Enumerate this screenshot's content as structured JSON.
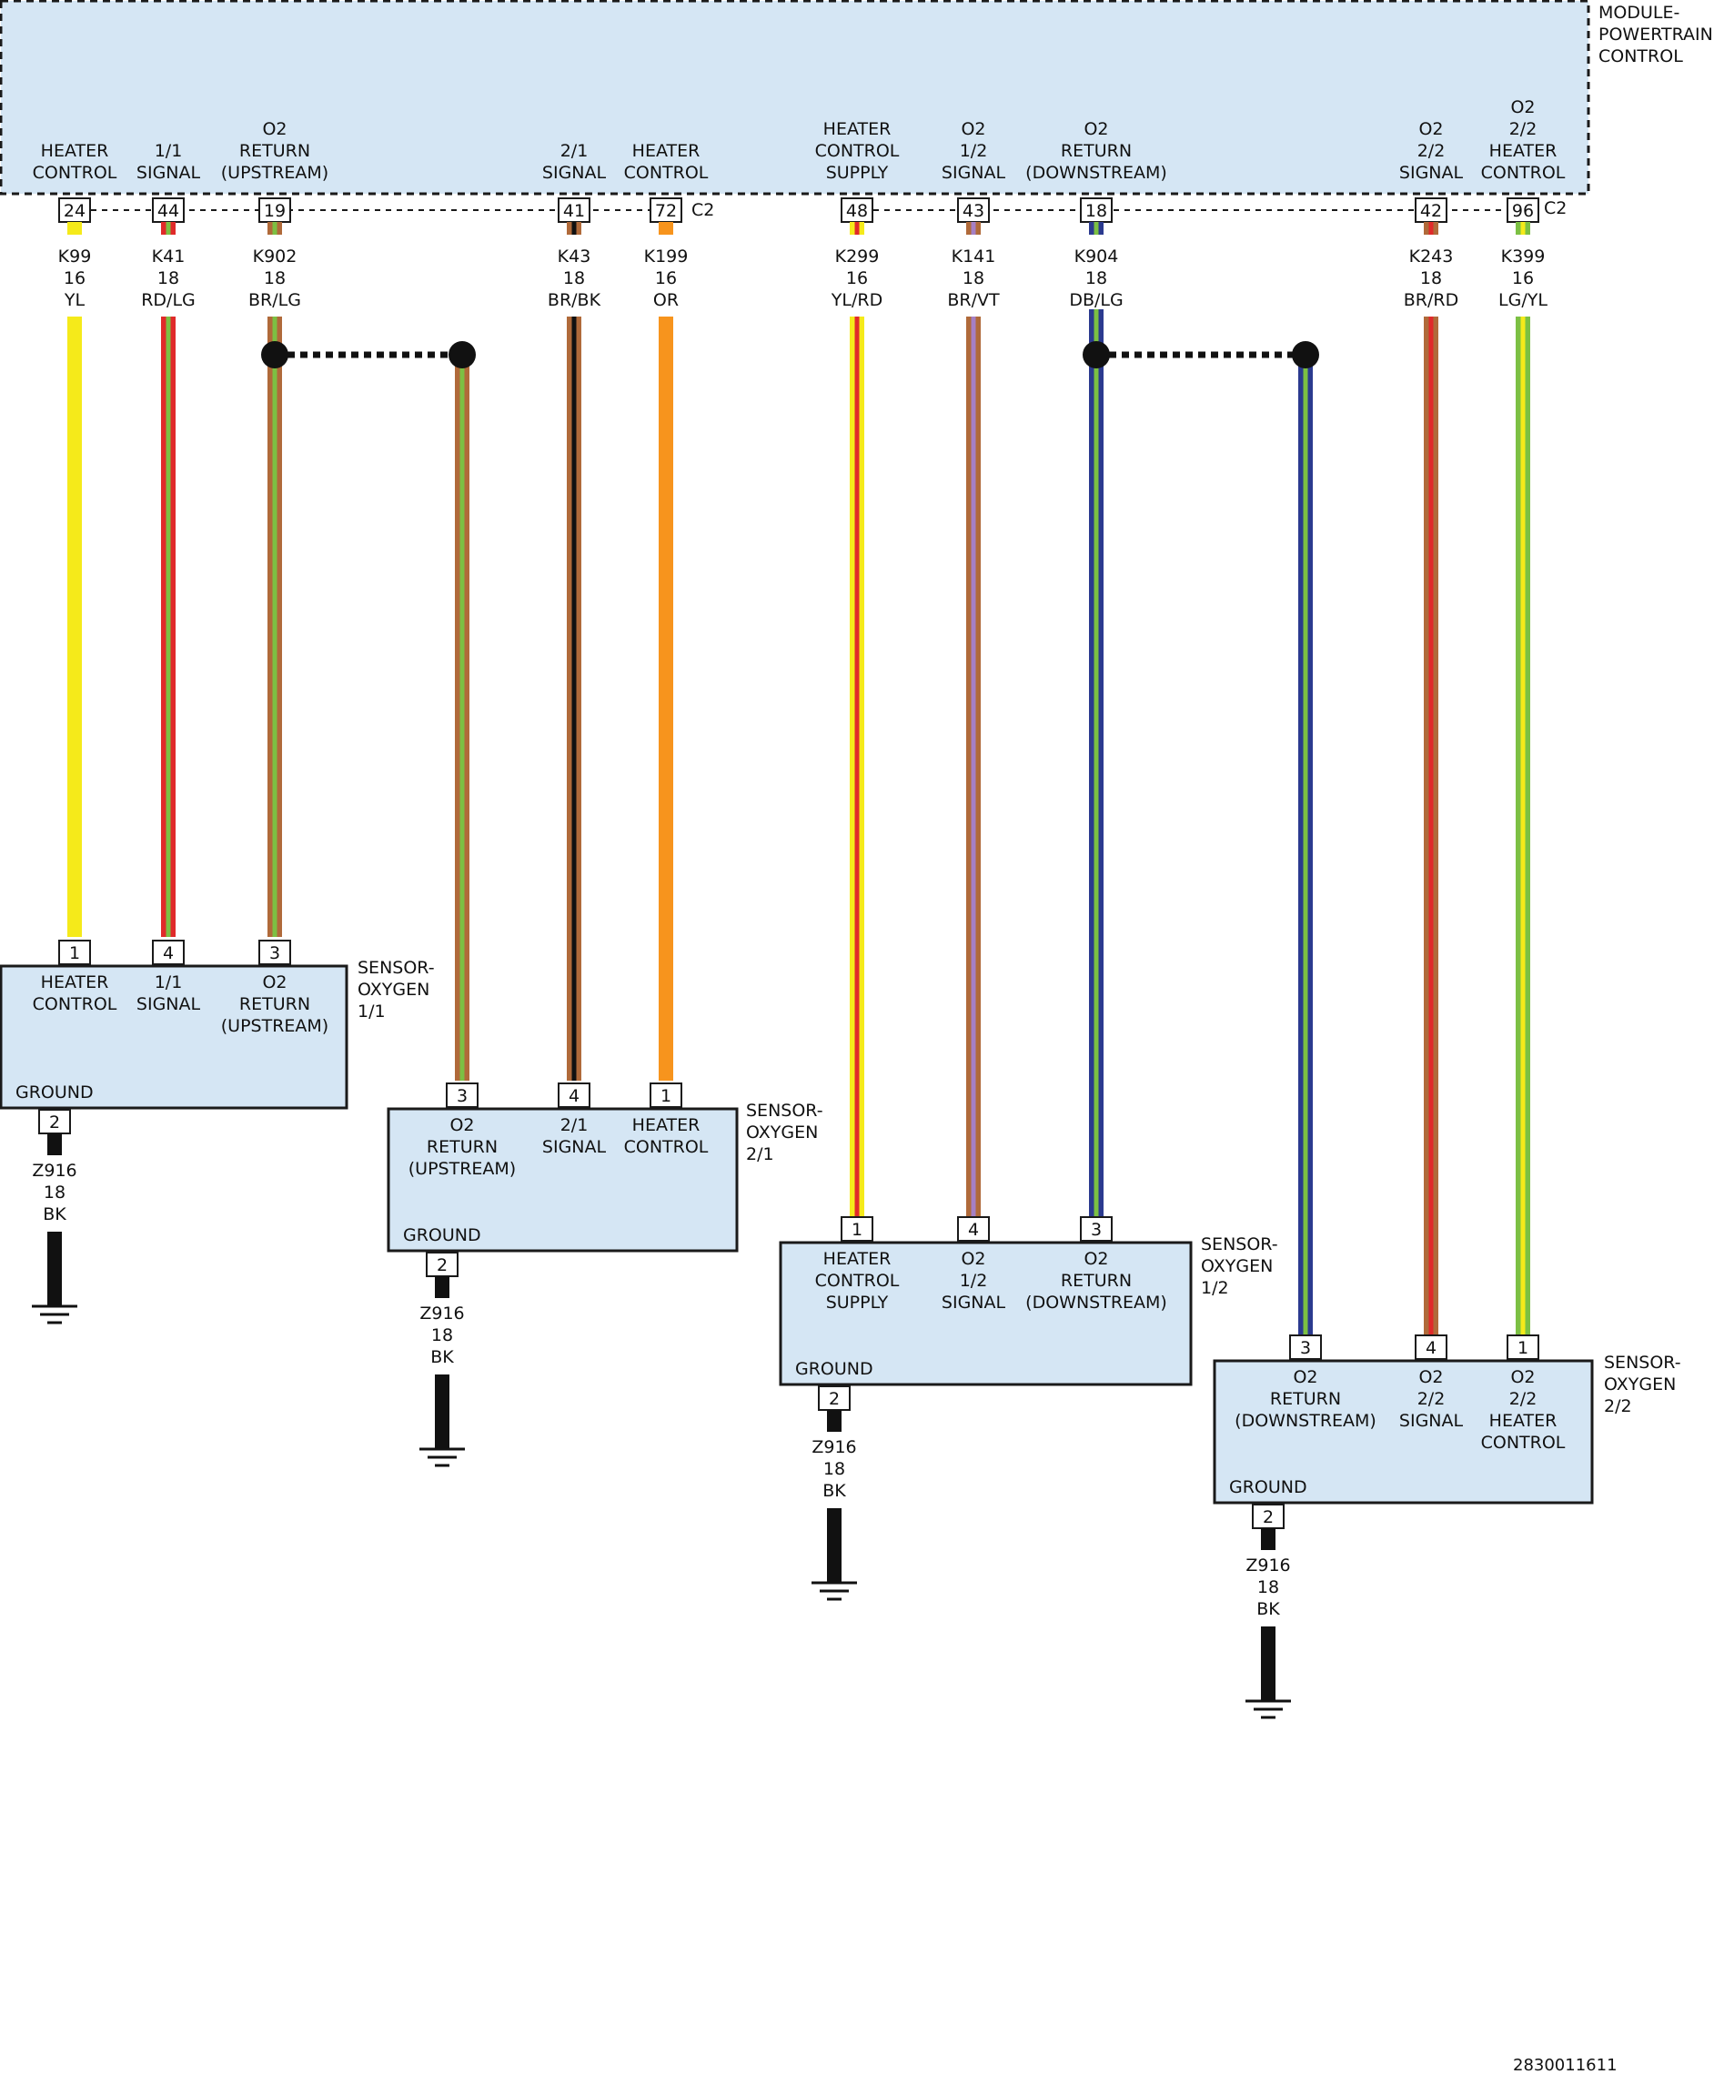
{
  "pcm": {
    "name_lines": [
      "MODULE-",
      "POWERTRAIN",
      "CONTROL"
    ],
    "connector": "C2",
    "colors": {
      "fill": "#d5e6f4",
      "border": "#1a1a1a"
    }
  },
  "pcm_pins": [
    {
      "pin": "24",
      "label": [
        "HEATER",
        "CONTROL"
      ],
      "circuit": [
        "K99",
        "16",
        "YL"
      ]
    },
    {
      "pin": "44",
      "label": [
        "1/1",
        "SIGNAL"
      ],
      "circuit": [
        "K41",
        "18",
        "RD/LG"
      ]
    },
    {
      "pin": "19",
      "label": [
        "O2",
        "RETURN",
        "(UPSTREAM)"
      ],
      "circuit": [
        "K902",
        "18",
        "BR/LG"
      ]
    },
    {
      "pin": "41",
      "label": [
        "2/1",
        "SIGNAL"
      ],
      "circuit": [
        "K43",
        "18",
        "BR/BK"
      ]
    },
    {
      "pin": "72",
      "label": [
        "HEATER",
        "CONTROL"
      ],
      "circuit": [
        "K199",
        "16",
        "OR"
      ]
    },
    {
      "pin": "48",
      "label": [
        "HEATER",
        "CONTROL",
        "SUPPLY"
      ],
      "circuit": [
        "K299",
        "16",
        "YL/RD"
      ]
    },
    {
      "pin": "43",
      "label": [
        "O2",
        "1/2",
        "SIGNAL"
      ],
      "circuit": [
        "K141",
        "18",
        "BR/VT"
      ]
    },
    {
      "pin": "18",
      "label": [
        "O2",
        "RETURN",
        "(DOWNSTREAM)"
      ],
      "circuit": [
        "K904",
        "18",
        "DB/LG"
      ]
    },
    {
      "pin": "42",
      "label": [
        "O2",
        "2/2",
        "SIGNAL"
      ],
      "circuit": [
        "K243",
        "18",
        "BR/RD"
      ]
    },
    {
      "pin": "96",
      "label": [
        "O2",
        "2/2",
        "HEATER",
        "CONTROL"
      ],
      "circuit": [
        "K399",
        "16",
        "LG/YL"
      ]
    }
  ],
  "sensors": [
    {
      "name_lines": [
        "SENSOR-",
        "OXYGEN",
        "1/1"
      ],
      "ground_label": "GROUND",
      "pins": [
        {
          "pin": "1",
          "label": [
            "HEATER",
            "CONTROL"
          ]
        },
        {
          "pin": "4",
          "label": [
            "1/1",
            "SIGNAL"
          ]
        },
        {
          "pin": "3",
          "label": [
            "O2",
            "RETURN",
            "(UPSTREAM)"
          ]
        }
      ],
      "ground_pin": "2",
      "ground_circuit": [
        "Z916",
        "18",
        "BK"
      ]
    },
    {
      "name_lines": [
        "SENSOR-",
        "OXYGEN",
        "2/1"
      ],
      "ground_label": "GROUND",
      "pins": [
        {
          "pin": "3",
          "label": [
            "O2",
            "RETURN",
            "(UPSTREAM)"
          ]
        },
        {
          "pin": "4",
          "label": [
            "2/1",
            "SIGNAL"
          ]
        },
        {
          "pin": "1",
          "label": [
            "HEATER",
            "CONTROL"
          ]
        }
      ],
      "ground_pin": "2",
      "ground_circuit": [
        "Z916",
        "18",
        "BK"
      ]
    },
    {
      "name_lines": [
        "SENSOR-",
        "OXYGEN",
        "1/2"
      ],
      "ground_label": "GROUND",
      "pins": [
        {
          "pin": "1",
          "label": [
            "HEATER",
            "CONTROL",
            "SUPPLY"
          ]
        },
        {
          "pin": "4",
          "label": [
            "O2",
            "1/2",
            "SIGNAL"
          ]
        },
        {
          "pin": "3",
          "label": [
            "O2",
            "RETURN",
            "(DOWNSTREAM)"
          ]
        }
      ],
      "ground_pin": "2",
      "ground_circuit": [
        "Z916",
        "18",
        "BK"
      ]
    },
    {
      "name_lines": [
        "SENSOR-",
        "OXYGEN",
        "2/2"
      ],
      "ground_label": "GROUND",
      "pins": [
        {
          "pin": "3",
          "label": [
            "O2",
            "RETURN",
            "(DOWNSTREAM)"
          ]
        },
        {
          "pin": "4",
          "label": [
            "O2",
            "2/2",
            "SIGNAL"
          ]
        },
        {
          "pin": "1",
          "label": [
            "O2",
            "2/2",
            "HEATER",
            "CONTROL"
          ]
        }
      ],
      "ground_pin": "2",
      "ground_circuit": [
        "Z916",
        "18",
        "BK"
      ]
    }
  ],
  "wire_colors": {
    "YL": "#f5ea1a",
    "RD": "#e02a2a",
    "LG": "#7cc043",
    "BR": "#b06a3a",
    "BK": "#111111",
    "OR": "#f7941d",
    "VT": "#a57fc4",
    "DB": "#2b3a8f"
  },
  "figure_id": "2830011611"
}
